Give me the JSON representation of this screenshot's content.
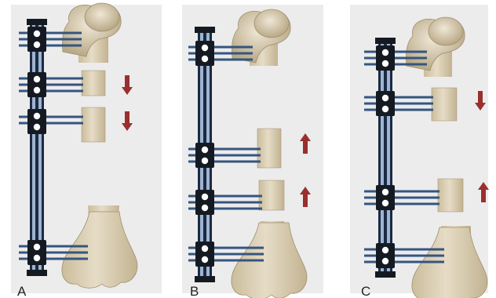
{
  "panels": [
    {
      "label": "A",
      "arrow_direction": "down",
      "arrow_count": 2
    },
    {
      "label": "B",
      "arrow_direction": "up",
      "arrow_count": 2
    },
    {
      "label": "C",
      "arrow_direction": "mixed",
      "arrow_count": 2
    }
  ],
  "colors": {
    "background": "#ececec",
    "frame_rod": "#2c4670",
    "frame_rod_light": "#9fb4cf",
    "clamp": "#151a22",
    "pin": "#35557f",
    "bone": "#d9cdb2",
    "bone_dark": "#b9a888",
    "arrow": "#9a2f2f"
  },
  "icons": [
    "fixator-frame",
    "bone-segment",
    "transport-arrow"
  ]
}
